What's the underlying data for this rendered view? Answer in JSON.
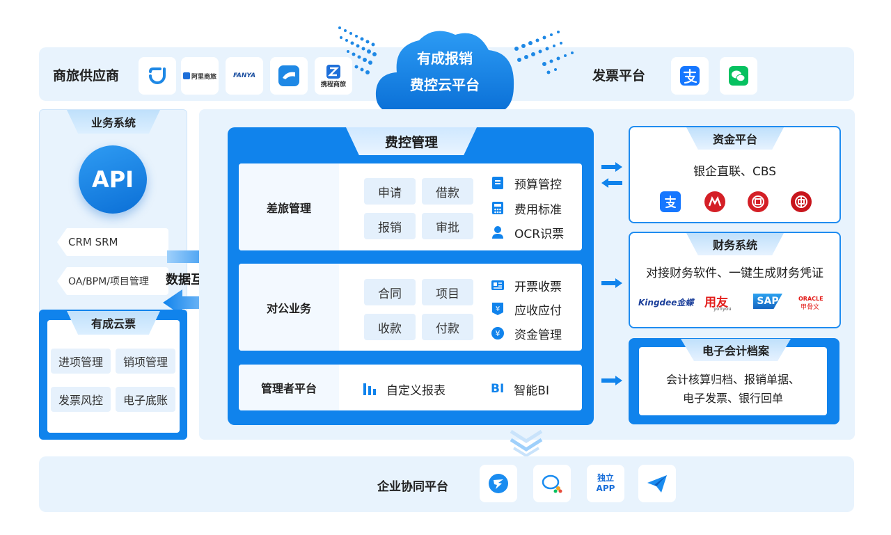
{
  "top": {
    "supplier_label": "商旅供应商",
    "supplier_tiles": [
      {
        "icon": "didi-icon",
        "text": ""
      },
      {
        "icon": "alibaba-travel-icon",
        "text": "阿里商旅"
      },
      {
        "icon": "fanya-icon",
        "text": "FANYA"
      },
      {
        "icon": "train-ticket-icon",
        "text": ""
      },
      {
        "icon": "ctrip-business-icon",
        "text": "携程商旅"
      }
    ],
    "invoice_label": "发票平台",
    "invoice_tiles": [
      {
        "icon": "alipay-icon"
      },
      {
        "icon": "wechat-icon"
      }
    ]
  },
  "cloud": {
    "line1": "有成报销",
    "line2": "费控云平台"
  },
  "left": {
    "biz_title": "业务系统",
    "api": "API",
    "pill1": "CRM   SRM",
    "pill2": "OA/BPM/项目管理",
    "interconnect": "数据互联",
    "cloud_ticket_title": "有成云票",
    "chips": [
      "进项管理",
      "销项管理",
      "发票风控",
      "电子底账"
    ]
  },
  "center": {
    "title": "费控管理",
    "rows": [
      {
        "label": "差旅管理",
        "buttons": [
          "申请",
          "借款",
          "报销",
          "审批"
        ],
        "features": [
          "预算管控",
          "费用标准",
          "OCR识票"
        ]
      },
      {
        "label": "对公业务",
        "buttons": [
          "合同",
          "项目",
          "收款",
          "付款"
        ],
        "features": [
          "开票收票",
          "应收应付",
          "资金管理"
        ]
      }
    ],
    "manager": {
      "label": "管理者平台",
      "f1": "自定义报表",
      "f2": "智能BI",
      "bi_badge": "BI"
    }
  },
  "right": {
    "fund": {
      "title": "资金平台",
      "text": "银企直联、CBS"
    },
    "finance": {
      "title": "财务系统",
      "text": "对接财务软件、一键生成财务凭证",
      "logos": [
        "Kingdee金蝶",
        "用友",
        "yonyou",
        "SAP",
        "ORACLE",
        "甲骨文"
      ]
    },
    "archive": {
      "title": "电子会计档案",
      "line1": "会计核算归档、报销单据、",
      "line2": "电子发票、银行回单"
    }
  },
  "bottom": {
    "label": "企业协同平台",
    "standalone_app": [
      "独立",
      "APP"
    ]
  },
  "colors": {
    "primary": "#1083ec",
    "light_bg": "#e8f3fd"
  }
}
